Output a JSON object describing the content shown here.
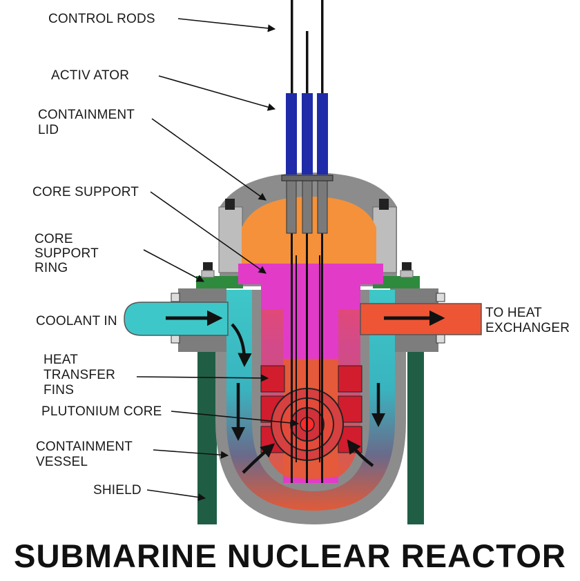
{
  "title": "SUBMARINE NUCLEAR REACTOR",
  "labels": {
    "control_rods": "CONTROL RODS",
    "activator": "ACTIV ATOR",
    "containment_lid": [
      "CONTAINMENT",
      "LID"
    ],
    "core_support": "CORE SUPPORT",
    "core_support_ring": [
      "CORE",
      "SUPPORT",
      "RING"
    ],
    "coolant_in": "COOLANT IN",
    "to_heat_exchanger": [
      "TO HEAT",
      "EXCHANGER"
    ],
    "heat_transfer_fins": [
      "HEAT",
      "TRANSFER",
      "FINS"
    ],
    "plutonium_core": "PLUTONIUM CORE",
    "containment_vessel": [
      "CONTAINMENT",
      "VESSEL"
    ],
    "shield": "SHIELD"
  },
  "colors": {
    "shield": "#1f5e45",
    "containment_vessel": "#8c8c8c",
    "lid_interior": "#f5913a",
    "core_support": "#e23bc8",
    "coolant_cold": "#3ec7c8",
    "coolant_hot": "#ee5534",
    "fins": "#d11d2e",
    "activator": "#1f2ba8",
    "ring": "#2e8b3e"
  }
}
